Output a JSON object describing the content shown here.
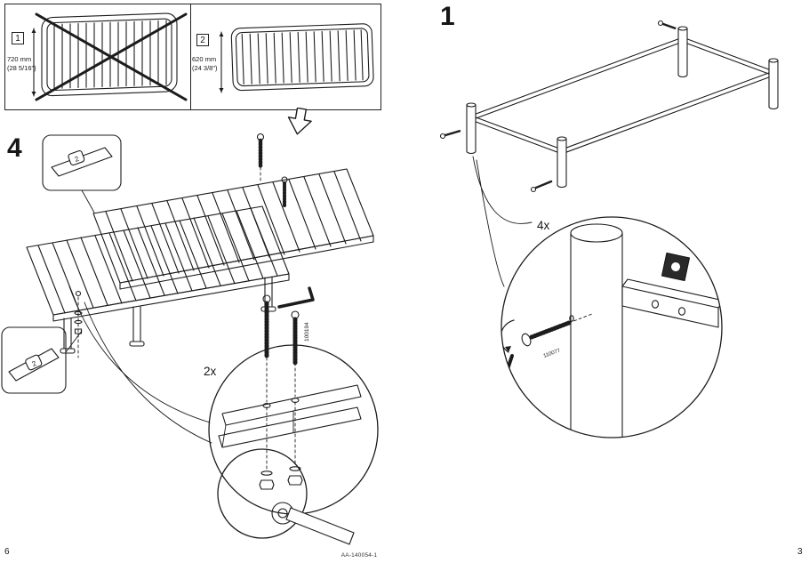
{
  "colors": {
    "ink": "#1c1c1c"
  },
  "comparison": {
    "wrong": {
      "label": "1",
      "dim": "720 mm",
      "dim_imp": "(28 5/16\")"
    },
    "right": {
      "label": "2",
      "dim": "620 mm",
      "dim_imp": "(24 3/8\")"
    }
  },
  "step4": {
    "number": "4",
    "quantity": "2x",
    "part": "100194",
    "tag": "2"
  },
  "step1": {
    "number": "1",
    "quantity": "4x",
    "part": "110077"
  },
  "footer": {
    "left_page": "6",
    "doc_code": "AA-140054-1",
    "right_page": "3"
  }
}
